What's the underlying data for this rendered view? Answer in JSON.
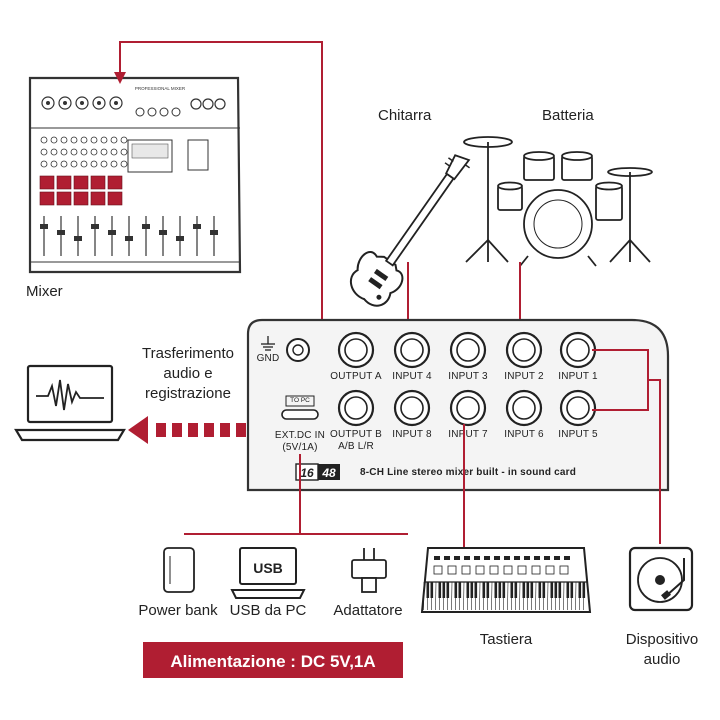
{
  "colors": {
    "accent": "#b01e32",
    "line": "#333333",
    "device_fill": "#f4f4f4",
    "panel_fill": "#ffffff"
  },
  "labels": {
    "mixer": "Mixer",
    "guitar": "Chitarra",
    "drums": "Batteria",
    "transfer_line1": "Trasferimento",
    "transfer_line2": "audio e",
    "transfer_line3": "registrazione",
    "keyboard": "Tastiera",
    "audio_device_line1": "Dispositivo",
    "audio_device_line2": "audio",
    "power_bank": "Power bank",
    "usb_pc": "USB da PC",
    "adapter": "Adattatore",
    "power_banner": "Alimentazione : DC 5V,1A"
  },
  "mixer_panel": {
    "brand": "PROFESSIONAL MIXER"
  },
  "device": {
    "gnd": "GND",
    "to_pc": "TO PC",
    "ext_dc_in_line1": "EXT.DC IN",
    "ext_dc_in_line2": "(5V/1A)",
    "bit_depth": "16",
    "sample_rate": "48",
    "caption": "8-CH Line stereo mixer built - in sound card",
    "jacks_top": [
      {
        "name": "output-a",
        "label": "OUTPUT A"
      },
      {
        "name": "input-4",
        "label": "INPUT 4"
      },
      {
        "name": "input-3",
        "label": "INPUT 3"
      },
      {
        "name": "input-2",
        "label": "INPUT 2"
      },
      {
        "name": "input-1",
        "label": "INPUT 1"
      }
    ],
    "jacks_bottom": [
      {
        "name": "output-b",
        "label": "OUTPUT B",
        "sublabel": "A/B  L/R"
      },
      {
        "name": "input-8",
        "label": "INPUT 8"
      },
      {
        "name": "input-7",
        "label": "INPUT 7"
      },
      {
        "name": "input-6",
        "label": "INPUT 6"
      },
      {
        "name": "input-5",
        "label": "INPUT 5"
      }
    ]
  },
  "icons": {
    "mixer": "mixing-console-icon",
    "guitar": "electric-guitar-icon",
    "drums": "drum-kit-icon",
    "laptop": "laptop-icon",
    "transfer_arrow": "bidirectional-arrow-icon",
    "power_bank": "power-bank-icon",
    "usb_pc": "usb-laptop-icon",
    "adapter": "power-adapter-icon",
    "keyboard": "synth-keyboard-icon",
    "audio_device": "turntable-icon"
  },
  "usb_screen_text": "USB"
}
